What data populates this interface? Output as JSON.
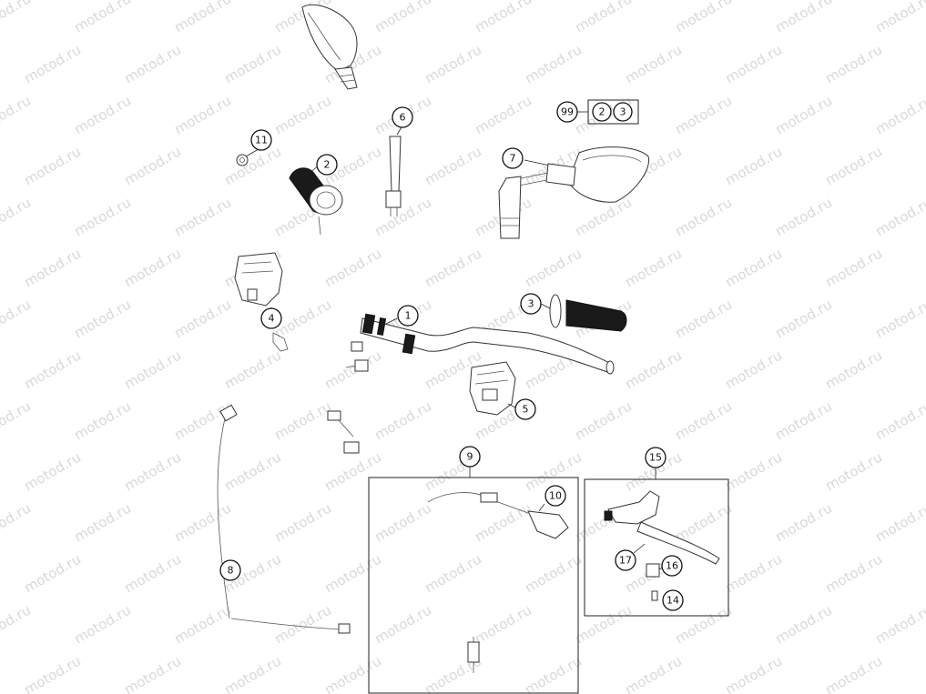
{
  "watermark": "motod.ru",
  "callouts": {
    "c1": "1",
    "c2": "2",
    "c3": "3",
    "c4": "4",
    "c5": "5",
    "c6": "6",
    "c7": "7",
    "c8": "8",
    "c9": "9",
    "c10": "10",
    "c11": "11",
    "c14": "14",
    "c15": "15",
    "c16": "16",
    "c17": "17",
    "c99": "99",
    "kit_a": "2",
    "kit_b": "3"
  }
}
